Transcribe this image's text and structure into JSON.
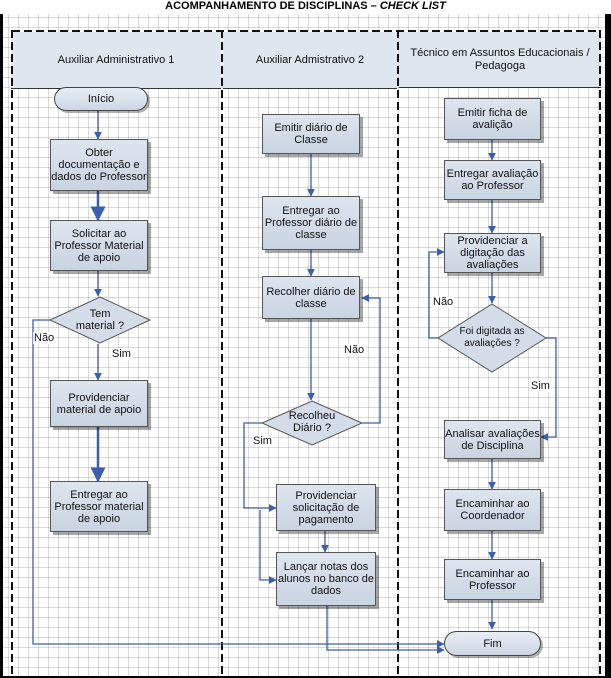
{
  "title": {
    "main": "ACOMPANHAMENTO DE DISCIPLINAS – ",
    "italic": "CHECK LIST"
  },
  "lanes": [
    {
      "label": "Auxiliar Administrativo 1"
    },
    {
      "label": "Auxiliar Admistrativo 2"
    },
    {
      "label": "Técnico em Assuntos Educacionais / Pedagoga"
    }
  ],
  "nodes": {
    "inicio": "Início",
    "obter": "Obter documentação e dados do Professor",
    "solicitar": "Solicitar ao Professor Material de apoio",
    "tem_material": "Tem material ?",
    "providenciar_material": "Providenciar material de apoio",
    "entregar_material": "Entregar ao Professor material de apoio",
    "emitir_diario": "Emitir diário de Classe",
    "entregar_diario": "Entregar ao Professor diário de classe",
    "recolher_diario": "Recolher diário de classe",
    "recolheu_diario": "Recolheu Diário ?",
    "providenciar_pagamento": "Providenciar solicitação de pagamento",
    "lancar_notas": "Lançar notas dos alunos no banco de dados",
    "emitir_ficha": "Emitir ficha de avalição",
    "entregar_avaliacao": "Entregar avaliação ao Professor",
    "providenciar_digitacao": "Providenciar a digitação das avaliações",
    "foi_digitada": "Foi digitada as avaliações ?",
    "analisar": "Analisar avaliações de Disciplina",
    "encaminhar_coord": "Encaminhar ao Coordenador",
    "encaminhar_prof": "Encaminhar ao Professor",
    "fim": "Fim"
  },
  "edge_labels": {
    "nao_1": "Não",
    "sim_1": "Sim",
    "nao_2": "Não",
    "sim_2": "Sim",
    "nao_3": "Não",
    "sim_3": "Sim"
  },
  "colors": {
    "connector": "#3b5fb0",
    "node_fill": "#d3dce8",
    "lane_header": "#dfe6ef",
    "divider": "#111111"
  }
}
